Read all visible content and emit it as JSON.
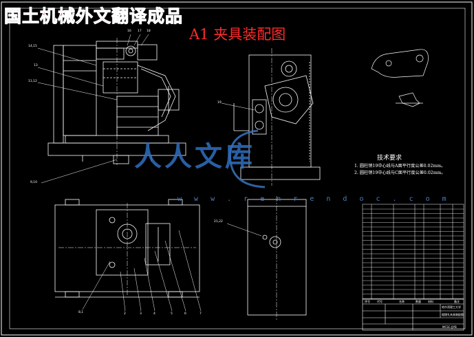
{
  "banner_text": "国土机械外文翻译成品",
  "drawing_title": "A1  夹具装配图",
  "watermark": {
    "logo_text": "人人文库",
    "url": "w w w . r e n r e n d o c . c o m"
  },
  "technical_requirements": {
    "heading": "技术要求",
    "items": [
      "1. 圆柱销19中心线与A面平行度公差0.02mm。",
      "2. 圆柱销19中心线与C面平行度公差0.02mm。"
    ]
  },
  "part_callouts": {
    "top_left": [
      "14,15",
      "13",
      "11,12",
      "9,10"
    ],
    "top_numbers": [
      "16",
      "17",
      "18"
    ],
    "top_middle": [
      "19"
    ],
    "bottom_middle": [
      "21,22"
    ],
    "bottom_left": [
      "8,1",
      "2",
      "3",
      "4",
      "5",
      "6",
      "7"
    ]
  },
  "title_block": {
    "header": [
      "序号",
      "代号",
      "名称",
      "数量",
      "材料",
      "备注"
    ],
    "school": "哈尔滨理工大学",
    "drawing_name": "粗镗孔夹具装配图",
    "drawing_no": "MCSC-JJYB"
  },
  "colors": {
    "background": "#000000",
    "line": "#ffffff",
    "title": "#ff2b2b",
    "banner": "#c0282c",
    "watermark": "#2f6fc0"
  }
}
